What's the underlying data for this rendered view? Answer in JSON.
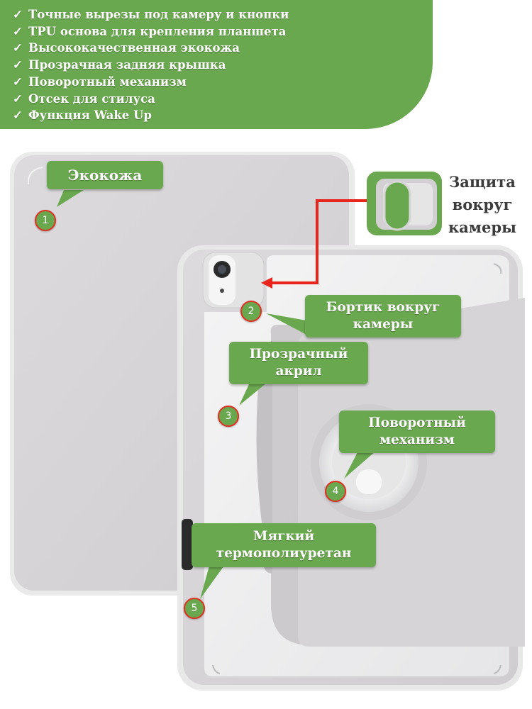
{
  "features": [
    "Точные вырезы под камеру и кнопки",
    "TPU основа для крепления планшета",
    "Высококачественная экокожа",
    "Прозрачная задняя крышка",
    "Поворотный механизм",
    "Отсек для стилуса",
    "Функция Wake Up"
  ],
  "check_glyph": "✓",
  "callouts": {
    "ecoleather": {
      "label": "Экокожа",
      "num": "1"
    },
    "camera_rim": {
      "line1": "Бортик вокруг",
      "line2": "камеры",
      "num": "2"
    },
    "acrylic": {
      "line1": "Прозрачный",
      "line2": "акрил",
      "num": "3"
    },
    "rotation": {
      "line1": "Поворотный",
      "line2": "механизм",
      "num": "4"
    },
    "tpu": {
      "line1": "Мягкий",
      "line2": "термополиуретан",
      "num": "5"
    }
  },
  "camera_protection": {
    "line1": "Защита",
    "line2": "вокруг",
    "line3": "камеры"
  },
  "colors": {
    "accent_green": "#6aa84f",
    "case_gray": "#d6d4d6",
    "arrow_red": "#e8251c",
    "badge_border": "#e03020"
  }
}
